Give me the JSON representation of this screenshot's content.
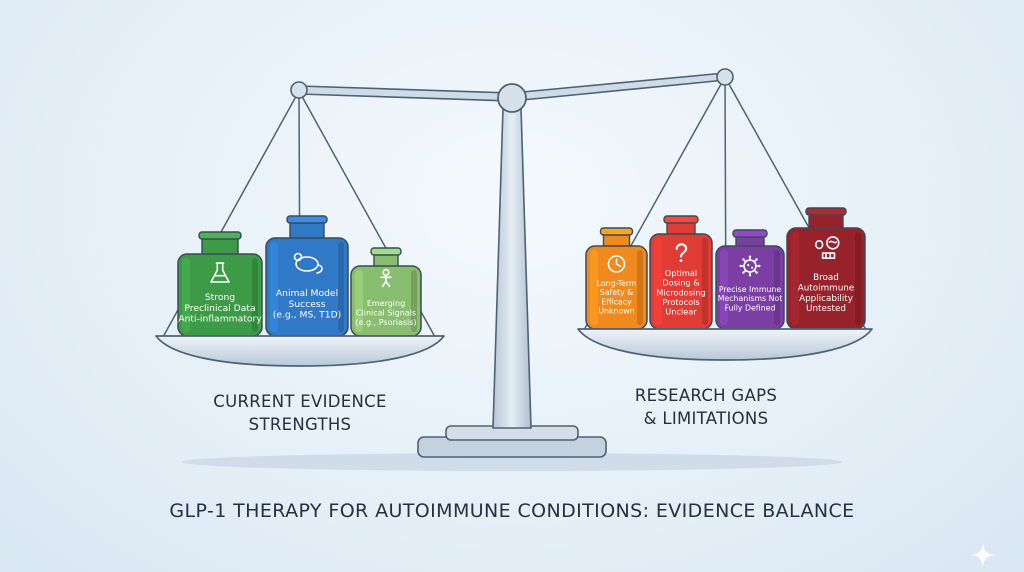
{
  "title": "GLP-1 THERAPY FOR AUTOIMMUNE CONDITIONS: EVIDENCE BALANCE",
  "left_pan": {
    "label": "CURRENT EVIDENCE\nSTRENGTHS",
    "weights": [
      {
        "lines": [
          "Strong",
          "Preclinical Data",
          "(Anti-inflammatory)"
        ],
        "icon": "flask-icon",
        "color": "#3d9a46"
      },
      {
        "lines": [
          "Animal Model",
          "Success",
          "(e.g., MS, T1D)"
        ],
        "icon": "mouse-icon",
        "color": "#2f79c6"
      },
      {
        "lines": [
          "Emerging",
          "Clinical Signals",
          "(e.g., Psoriasis)"
        ],
        "icon": "person-icon",
        "color": "#89bd6f"
      }
    ]
  },
  "right_pan": {
    "label": "RESEARCH GAPS\n& LIMITATIONS",
    "weights": [
      {
        "lines": [
          "Long-Term",
          "Safety &",
          "Efficacy",
          "Unknown"
        ],
        "icon": "clock-icon",
        "color": "#f08a1f"
      },
      {
        "lines": [
          "Optimal",
          "Dosing &",
          "Microdosing",
          "Protocols",
          "Unclear"
        ],
        "icon": "question-icon",
        "color": "#e03b34"
      },
      {
        "lines": [
          "Precise Immune",
          "Mechanisms Not",
          "Fully Defined"
        ],
        "icon": "virus-icon",
        "color": "#7b3fa4"
      },
      {
        "lines": [
          "Broad",
          "Autoimmune",
          "Applicability",
          "Untested"
        ],
        "icon": "organs-icon",
        "color": "#97222c"
      }
    ]
  },
  "colors": {
    "scale_metal": "#c9d6e3",
    "scale_outline": "#4d6275",
    "background": "#e6f0f8"
  }
}
